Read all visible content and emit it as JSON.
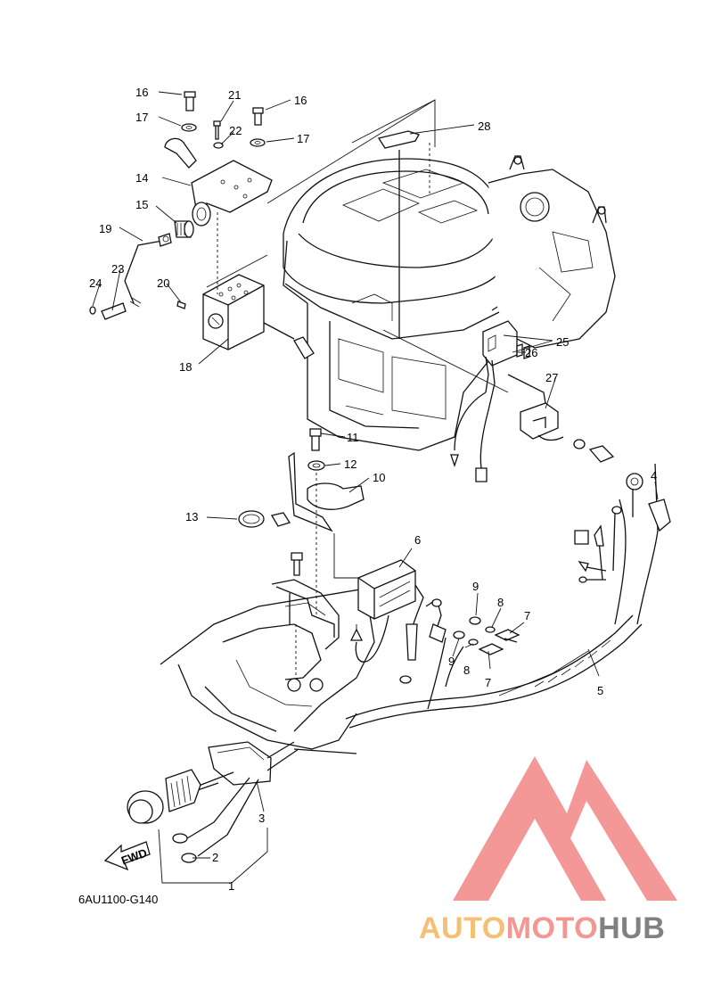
{
  "diagram": {
    "code": "6AU1100-G140",
    "direction_label": "FWD",
    "callouts": [
      "1",
      "2",
      "3",
      "4",
      "5",
      "6",
      "7",
      "7",
      "8",
      "8",
      "9",
      "9",
      "10",
      "11",
      "12",
      "13",
      "14",
      "15",
      "16",
      "16",
      "17",
      "17",
      "18",
      "19",
      "20",
      "21",
      "22",
      "23",
      "24",
      "25",
      "26",
      "27",
      "28"
    ]
  },
  "watermark": {
    "part1": "AUTO",
    "part2": "MOTO",
    "part3": "HUB",
    "colors": {
      "auto": "#f4b860",
      "moto": "#f08a84",
      "hub": "#7a7a7a",
      "mark": "#f07878"
    }
  }
}
